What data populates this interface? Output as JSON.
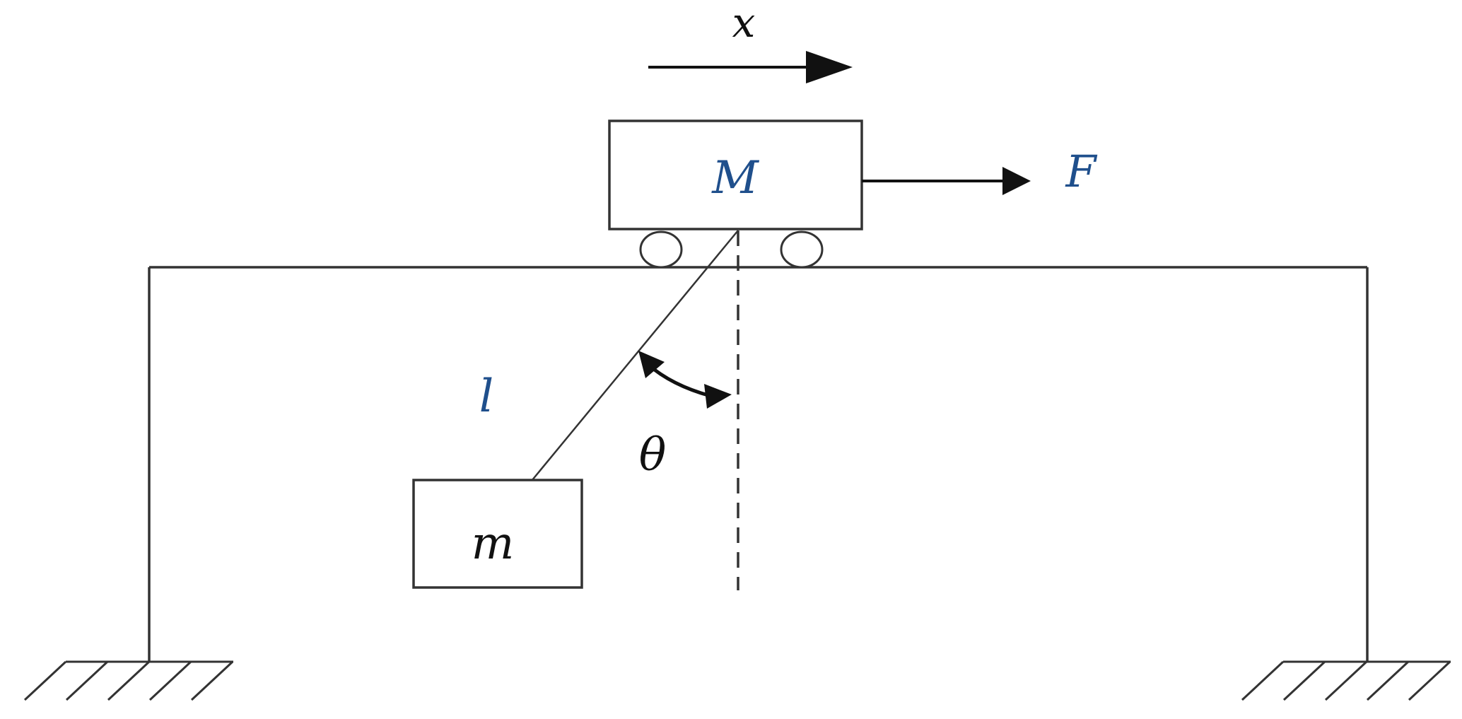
{
  "labels": {
    "x": "x",
    "M": "M",
    "F": "F",
    "l": "l",
    "theta": "θ",
    "m": "m"
  },
  "colors": {
    "line": "#333333",
    "label_blue": "#1f4f8c",
    "label_black": "#111111"
  }
}
